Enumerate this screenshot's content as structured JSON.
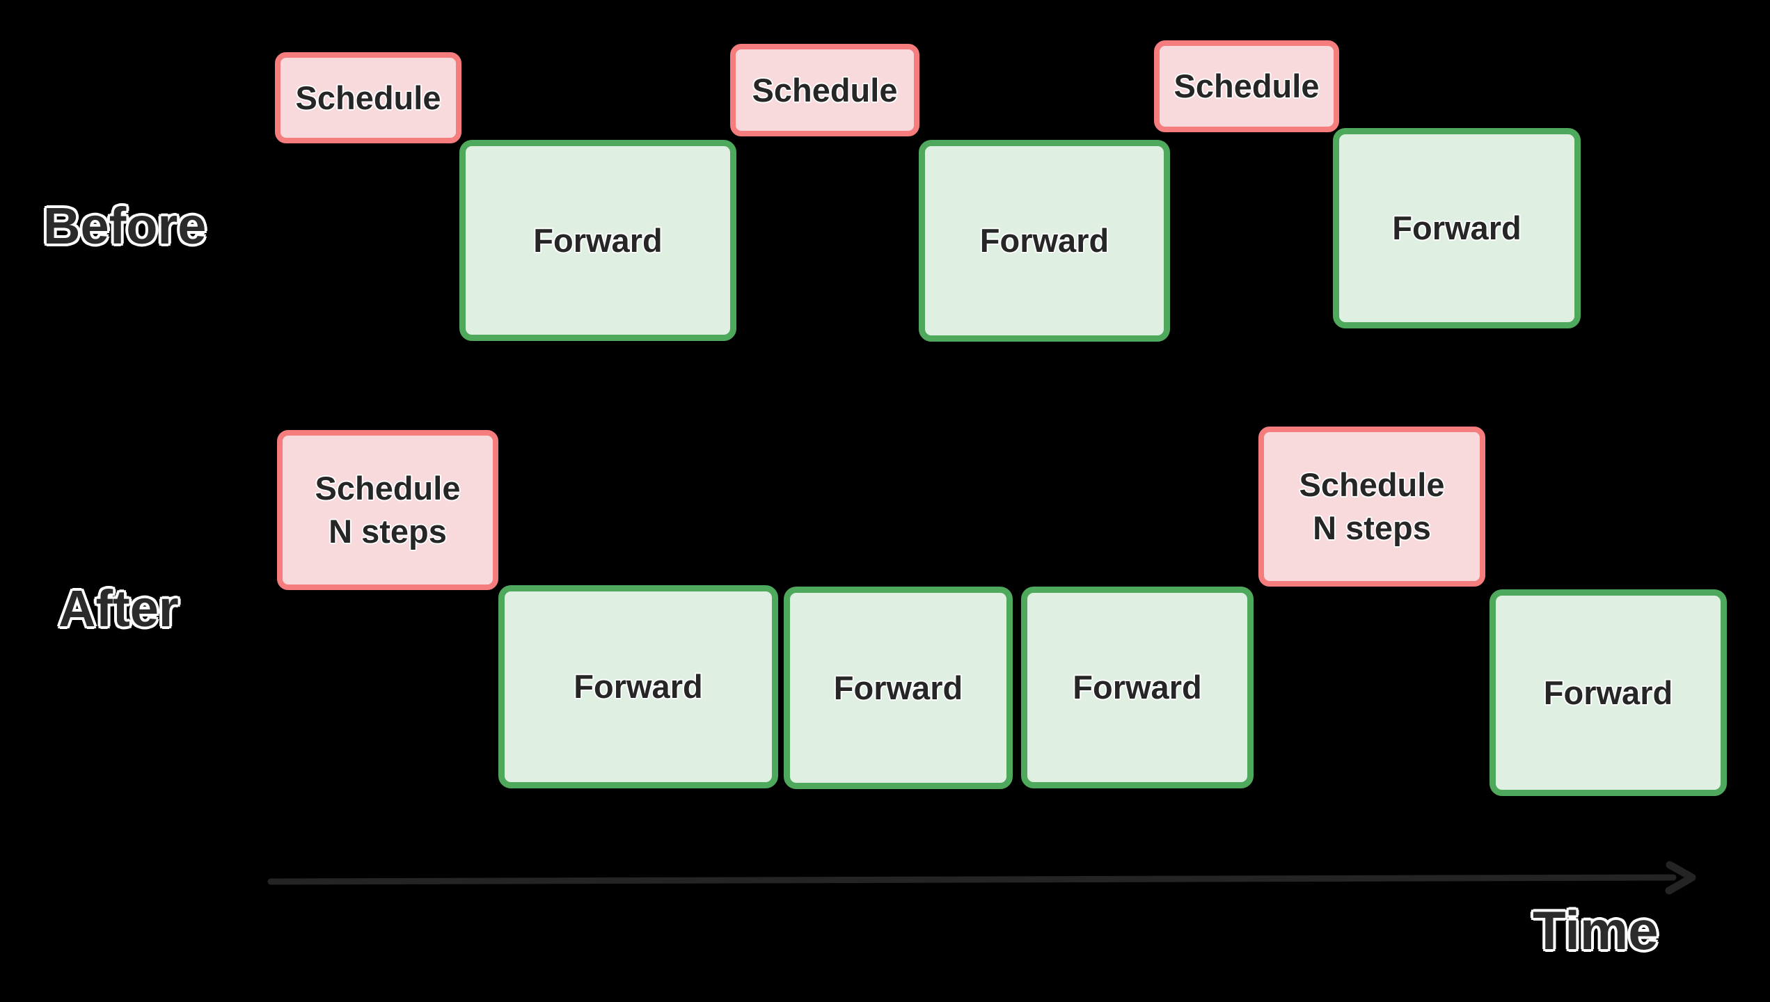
{
  "rows": {
    "before": {
      "label": "Before",
      "boxes": [
        {
          "type": "schedule",
          "label": "Schedule"
        },
        {
          "type": "forward",
          "label": "Forward"
        },
        {
          "type": "schedule",
          "label": "Schedule"
        },
        {
          "type": "forward",
          "label": "Forward"
        },
        {
          "type": "schedule",
          "label": "Schedule"
        },
        {
          "type": "forward",
          "label": "Forward"
        }
      ]
    },
    "after": {
      "label": "After",
      "boxes": [
        {
          "type": "schedule",
          "label": "Schedule\nN steps"
        },
        {
          "type": "forward",
          "label": "Forward"
        },
        {
          "type": "forward",
          "label": "Forward"
        },
        {
          "type": "forward",
          "label": "Forward"
        },
        {
          "type": "schedule",
          "label": "Schedule\nN steps"
        },
        {
          "type": "forward",
          "label": "Forward"
        }
      ]
    }
  },
  "axis": {
    "label": "Time",
    "direction": "right"
  },
  "colors": {
    "background": "#000000",
    "schedule_fill": "#f8dadc",
    "schedule_border": "#f57d7d",
    "forward_fill": "#dff0e2",
    "forward_border": "#4fa95c",
    "box_text": "#262626",
    "outline_text": "#2b2b2b",
    "outline_halo": "#ffffff",
    "axis_arrow": "#242424"
  }
}
